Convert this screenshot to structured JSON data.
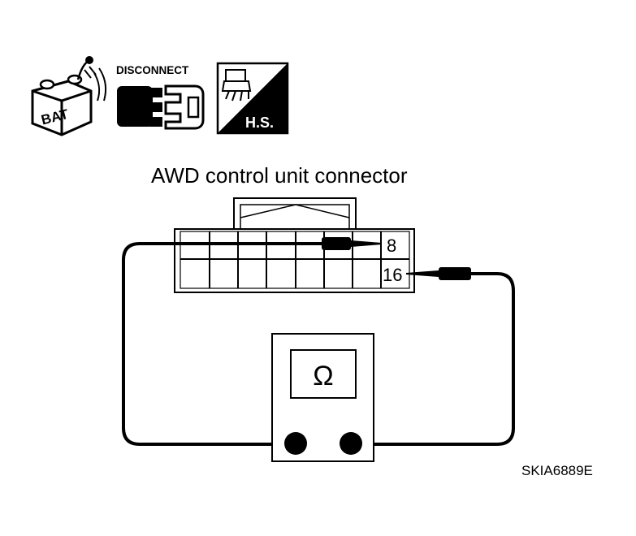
{
  "icons": {
    "battery": {
      "label": "BAT",
      "icon": "battery-disconnect-icon"
    },
    "disconnect": {
      "label": "DISCONNECT",
      "icon": "connector-disconnect-icon"
    },
    "harness_side": {
      "label": "H.S.",
      "icon": "harness-side-icon"
    }
  },
  "diagram": {
    "title": "AWD control unit connector",
    "pin_upper": "8",
    "pin_lower": "16",
    "meter_symbol": "Ω",
    "figure_code": "SKIA6889E"
  }
}
